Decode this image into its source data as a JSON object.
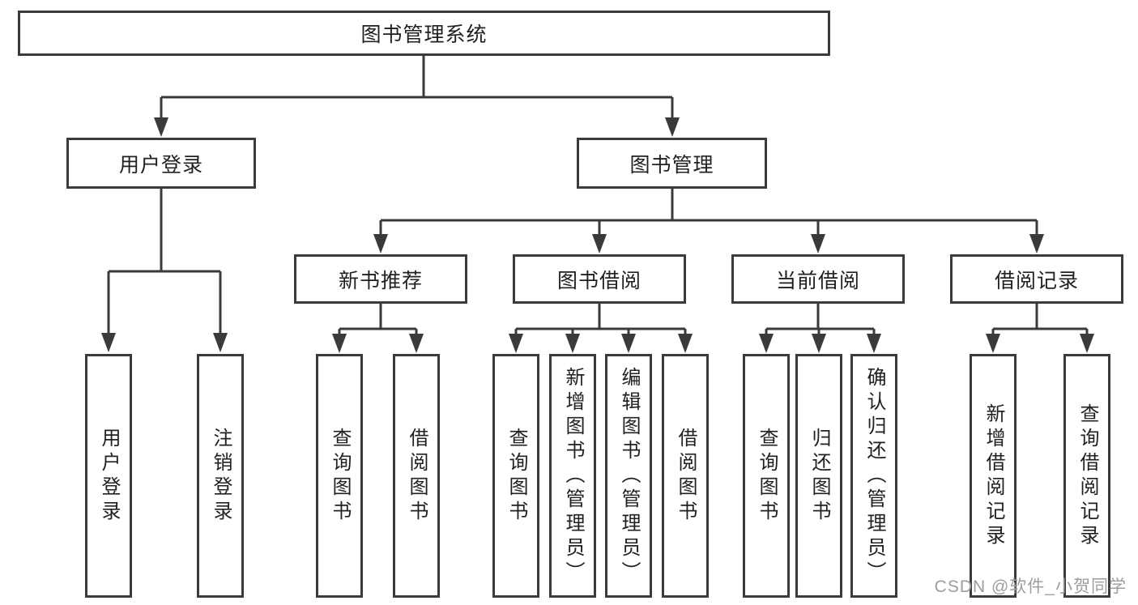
{
  "tree": {
    "label": "图书管理系统",
    "children": [
      {
        "label": "用户登录",
        "children": [
          {
            "label": "用户登录"
          },
          {
            "label": "注销登录"
          }
        ]
      },
      {
        "label": "图书管理",
        "children": [
          {
            "label": "新书推荐",
            "children": [
              {
                "label": "查询图书"
              },
              {
                "label": "借阅图书"
              }
            ]
          },
          {
            "label": "图书借阅",
            "children": [
              {
                "label": "查询图书"
              },
              {
                "label": "新增图书（管理员）"
              },
              {
                "label": "编辑图书（管理员）"
              },
              {
                "label": "借阅图书"
              }
            ]
          },
          {
            "label": "当前借阅",
            "children": [
              {
                "label": "查询图书"
              },
              {
                "label": "归还图书"
              },
              {
                "label": "确认归还（管理员）"
              }
            ]
          },
          {
            "label": "借阅记录",
            "children": [
              {
                "label": "新增借阅记录"
              },
              {
                "label": "查询借阅记录"
              }
            ]
          }
        ]
      }
    ]
  },
  "watermark": {
    "text": "CSDN @软件_小贺同学",
    "color": "#9e9e9e"
  },
  "colors": {
    "background": "#ffffff",
    "box_fill": "#ffffff",
    "box_border": "#3b3b3b",
    "connector": "#3a3a3a",
    "text": "#212121"
  }
}
